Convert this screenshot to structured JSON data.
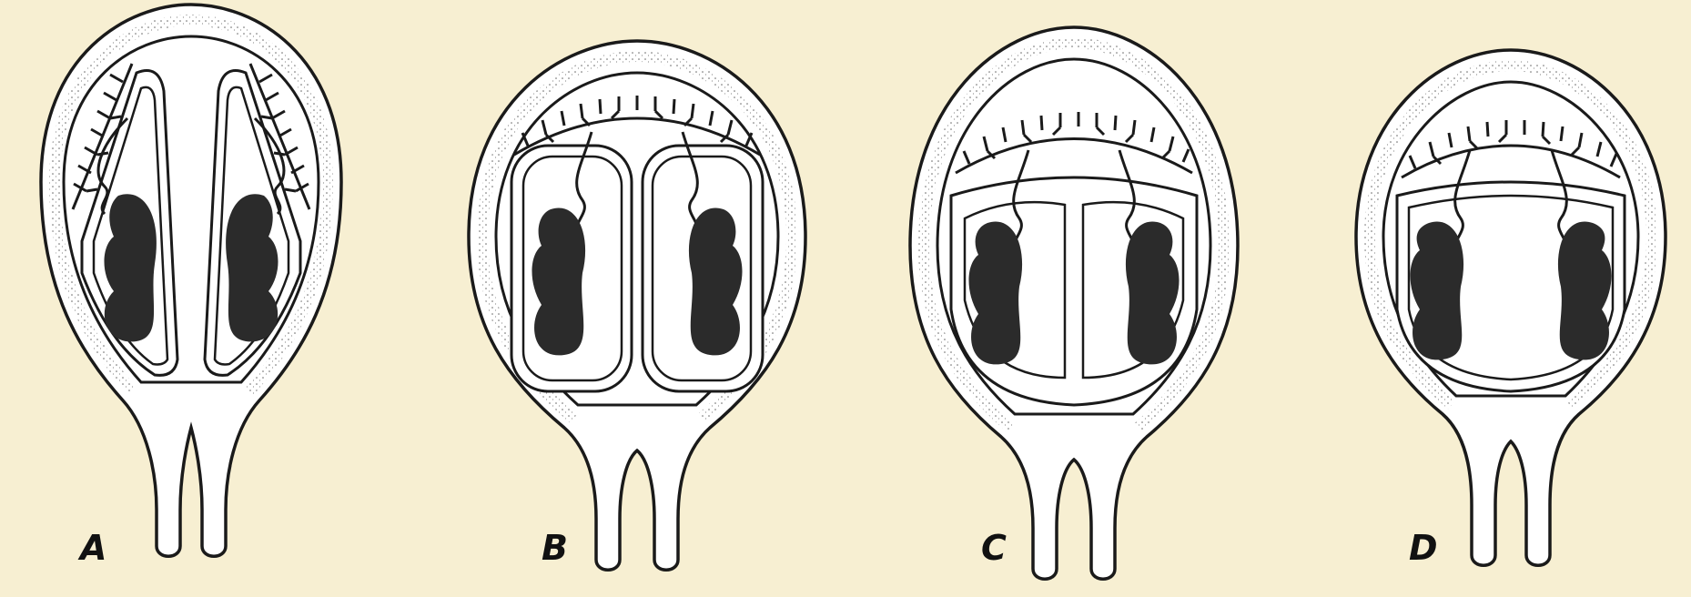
{
  "figure": {
    "background": "#f7efd2",
    "ink": "#1a1a1a",
    "fill": "#ffffff",
    "fetus_color": "#2b2b2b",
    "panels": [
      {
        "label": "A",
        "placenta": "separate",
        "chorion": "separate",
        "amnion": "separate"
      },
      {
        "label": "B",
        "placenta": "shared",
        "chorion": "separate",
        "amnion": "separate"
      },
      {
        "label": "C",
        "placenta": "shared",
        "chorion": "shared",
        "amnion": "separate"
      },
      {
        "label": "D",
        "placenta": "shared",
        "chorion": "shared",
        "amnion": "shared"
      }
    ]
  }
}
